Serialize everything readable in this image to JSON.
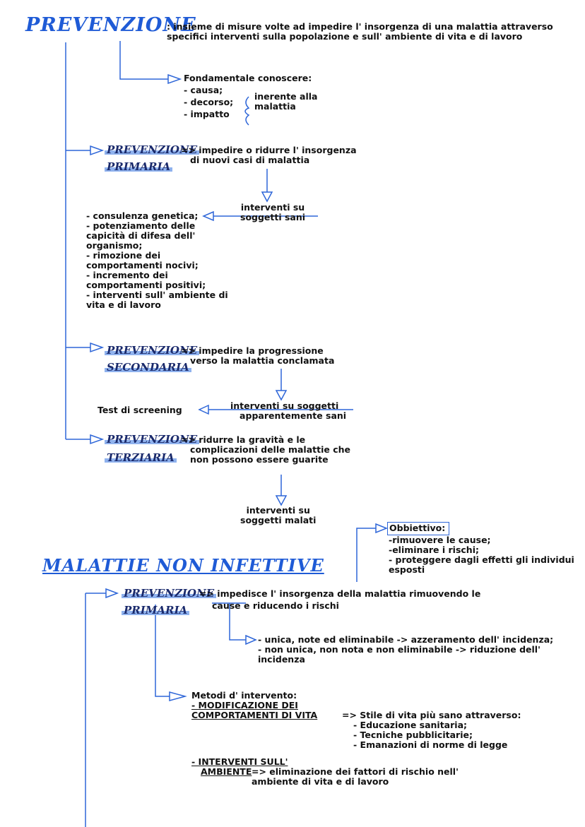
{
  "title1": "PREVENZIONE",
  "definition": ": insieme di misure volte ad impedire l' insorgenza di una malattia attraverso specifici interventi sulla popolazione e sull' ambiente di vita e di lavoro",
  "fondamentale": {
    "heading": "Fondamentale conoscere:",
    "items": [
      "- causa;",
      "- decorso;",
      "- impatto"
    ],
    "note": "inerente alla\nmalattia"
  },
  "primaria": {
    "label1": "PREVENZIONE",
    "label2": "PRIMARIA",
    "desc": "=> impedire o ridurre l' insorgenza\n   di nuovi casi di malattia",
    "interventi": "interventi su\nsoggetti sani",
    "list": "- consulenza genetica;\n- potenziamento delle\ncapicità di difesa dell'\norganismo;\n- rimozione dei\ncomportamenti nocivi;\n- incremento dei\ncomportamenti positivi;\n- interventi sull' ambiente di\nvita e di lavoro"
  },
  "secondaria": {
    "label1": "PREVENZIONE",
    "label2": "SECONDARIA",
    "desc": "=> impedire la progressione\n   verso la malattia conclamata",
    "interventi": "interventi su soggetti\n   apparentemente sani",
    "test": "Test di screening"
  },
  "terziaria": {
    "label1": "PREVENZIONE",
    "label2": "TERZIARIA",
    "desc": "=> ridurre la gravità e le\n   complicazioni delle malattie che\n   non possono essere guarite",
    "interventi": "interventi su\nsoggetti malati"
  },
  "obbiettivo": {
    "heading": "Obbiettivo:",
    "text": "-rimuovere le cause;\n-eliminare i rischi;\n- proteggere dagli effetti gli individui\nesposti"
  },
  "title2": "MALATTIE NON INFETTIVE",
  "mni_primaria": {
    "label1": "PREVENZIONE",
    "label2": "PRIMARIA",
    "desc": "=> impedisce l' insorgenza della malattia rimuovendo le",
    "desc2": "cause e riducendo i rischi",
    "causes": "- unica, note ed eliminabile -> azzeramento dell' incidenza;\n- non unica, non nota e non eliminabile -> riduzione dell'\nincidenza"
  },
  "metodi": {
    "heading": "Metodi d' intervento:",
    "m1a": "- MODIFICAZIONE DEI",
    "m1b": "COMPORTAMENTI DI VITA",
    "m1desc": "=> Stile di vita più sano attraverso:",
    "m1list": "- Educazione sanitaria;\n- Tecniche pubblicitarie;\n- Emanazioni di norme di legge",
    "m2a": "- INTERVENTI SULL'",
    "m2b": "AMBIENTE",
    "m2desc": "=> eliminazione dei fattori di rischio nell'\nambiente di vita e di lavoro"
  },
  "colors": {
    "accent": "#1f5bd6",
    "line": "#2e66d8",
    "highlight": "#8fb2ee"
  }
}
